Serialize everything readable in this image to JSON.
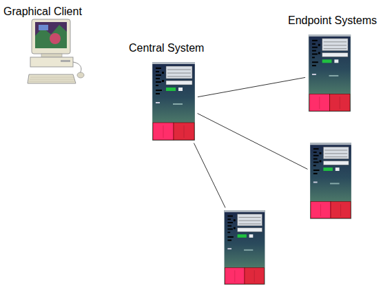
{
  "diagram": {
    "nodes": [
      {
        "text": [
          "Graphical Client"
        ]
      },
      {
        "text": [
          "Central System"
        ]
      },
      {
        "text": [
          "Endpoint Systems"
        ]
      },
      {
        "text": []
      },
      {
        "text": []
      }
    ],
    "edges": [
      {
        "from": 1,
        "to": 2,
        "arrow": "none"
      },
      {
        "from": 1,
        "to": 3,
        "arrow": "none"
      },
      {
        "from": 1,
        "to": 4,
        "arrow": "none"
      }
    ]
  }
}
